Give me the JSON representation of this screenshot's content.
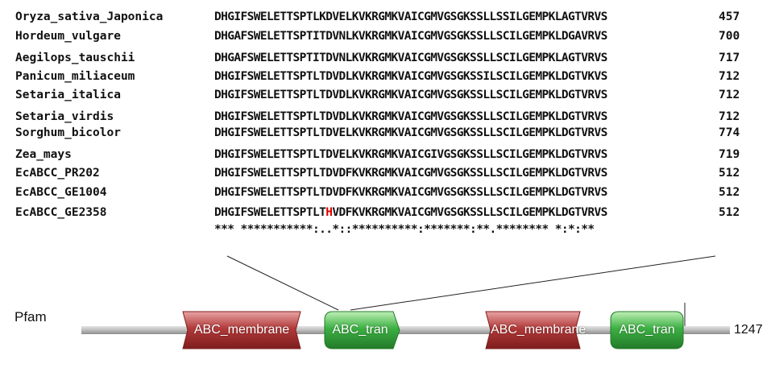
{
  "alignment": {
    "rows": [
      {
        "name": "Oryza_sativa_Japonica",
        "sequence": "DHGIFSWELETTSPTLKDVELKVKRGMKVAICGMVGSGKSSLLSSILGEMPKLAGTVRVS",
        "position": "457"
      },
      {
        "name": "Hordeum_vulgare",
        "sequence": "DHGAFSWELETTSPTITDVNLKVKRGMKVAICGMVGSGKSSLLSCILGEMPKLDGAVRVS",
        "position": "700"
      },
      {
        "name": "Aegilops_tauschii",
        "sequence": "DHGAFSWELETTSPTITDVNLKVKRGMKVAICGMVGSGKSSLLSCILGEMPKLAGTVRVS",
        "position": "717"
      },
      {
        "name": "Panicum_miliaceum",
        "sequence": "DHGIFSWELETTSPTLTDVDLKVKRGMKVAICGMVGSGKSSILSCILGEMPKLDGTVKVS",
        "position": "712"
      },
      {
        "name": "Setaria_italica",
        "sequence": "DHGIFSWELETTSPTLTDVDLKVKRGMKVAICGMVGSGKSSLLSCILGEMPKLDGTVRVS",
        "position": "712"
      },
      {
        "name": "Setaria_virdis",
        "sequence": "DHGIFSWELETTSPTLTDVDLKVKRGMKVAICGMVGSGKSSLLSCILGEMPKLDGTVRVS",
        "position": "712"
      },
      {
        "name": "Sorghum_bicolor",
        "sequence": "DHGIFSWELETTSPTLTDVELKVKRGMKVAICGMVGSGKSSLLSCILGEMPKLDGTVRVS",
        "position": "774"
      },
      {
        "name": "Zea_mays",
        "sequence": "DHGIFSWELETTSPTLTDVELKVKRGMKVAICGIVGSGKSSLLSCILGEMPKLDGTVRVS",
        "position": "719"
      },
      {
        "name": "EcABCC_PR202",
        "sequence": "DHGIFSWELETTSPTLTDVDFKVKRGMKVAICGMVGSGKSSLLSCILGEMPKLDGTVRVS",
        "position": "512"
      },
      {
        "name": "EcABCC_GE1004",
        "sequence": "DHGIFSWELETTSPTLTDVDFKVKRGMKVAICGMVGSGKSSLLSCILGEMPKLDGTVRVS",
        "position": "512"
      },
      {
        "name": "EcABCC_GE2358",
        "seq_before": "DHGIFSWELETTSPTLT",
        "seq_highlight": "H",
        "seq_after": "VDFKVKRGMKVAICGMVGSGKSSLLSCILGEMPKLDGTVRVS",
        "position": "512"
      }
    ],
    "consensus": "*** ***********:..*::**********:*******:**.******** *:*:**",
    "highlight_color": "#e00000"
  },
  "pfam": {
    "label": "Pfam",
    "length": "1247",
    "domains": [
      {
        "name": "ABC_membrane",
        "color": "#a52a2a"
      },
      {
        "name": "ABC_tran",
        "color": "#3cb043"
      },
      {
        "name": "ABC_membrane",
        "color": "#a52a2a"
      },
      {
        "name": "ABC_tran",
        "color": "#3cb043"
      }
    ]
  }
}
